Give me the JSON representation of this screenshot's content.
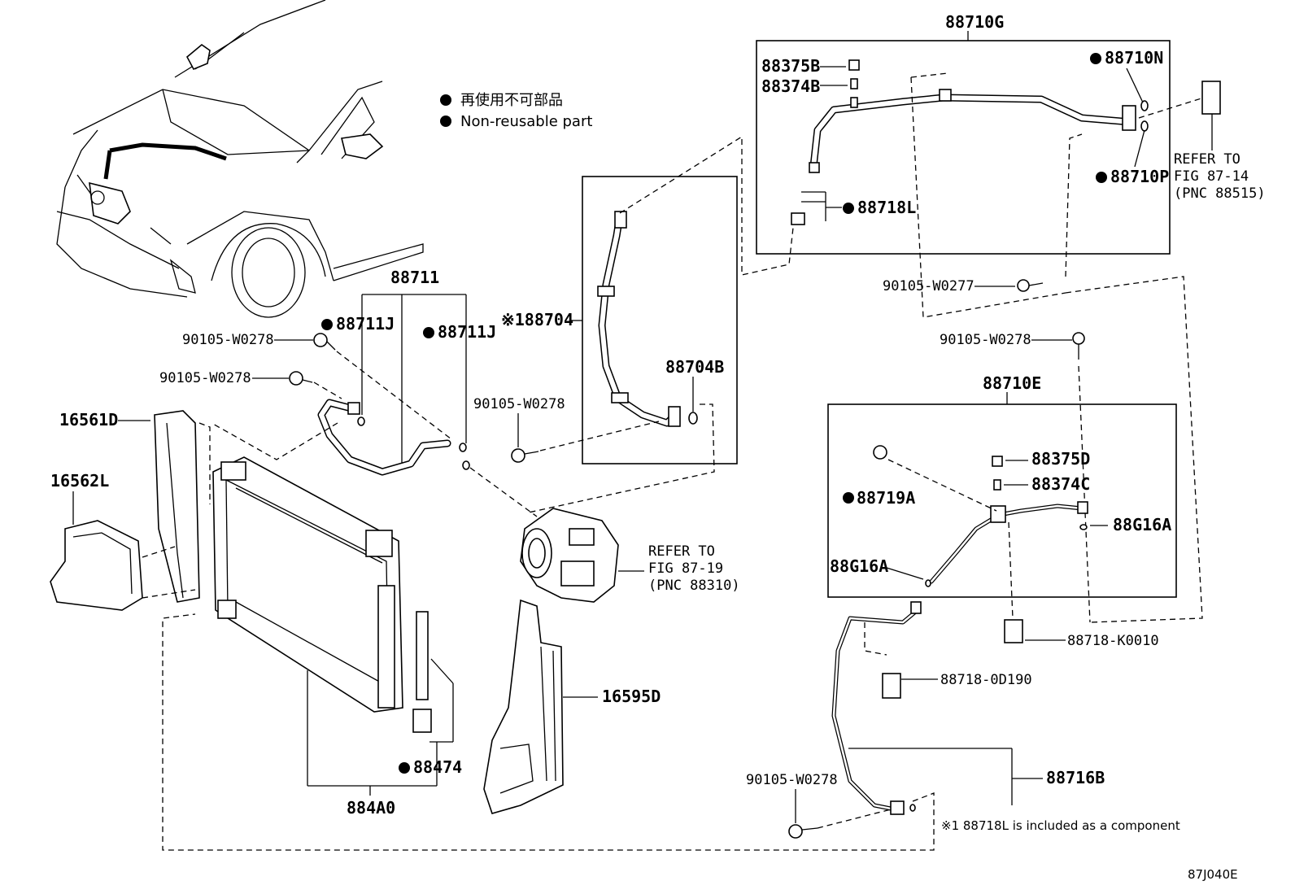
{
  "legend": {
    "jp": "再使用不可部品",
    "en": "Non-reusable part"
  },
  "labels": {
    "p88710G": "88710G",
    "p88375B": "88375B",
    "p88374B": "88374B",
    "p88710N": "88710N",
    "p88710P": "88710P",
    "p88718L": "88718L",
    "refer1a": "REFER TO",
    "refer1b": "FIG 87-14",
    "refer1c": "(PNC 88515)",
    "p90105_W0277": "90105-W0277",
    "p90105_W0278_r": "90105-W0278",
    "p88710E": "88710E",
    "p88375D": "88375D",
    "p88374C": "88374C",
    "p88719A": "88719A",
    "p88G16A_r": "88G16A",
    "p88G16A_l": "88G16A",
    "p88718_K0010": "88718-K0010",
    "p88718_0D190": "88718-0D190",
    "p88716B": "88716B",
    "p90105_W0278_b": "90105-W0278",
    "note": "※1 88718L is included as a component",
    "fig_id": "87J040E",
    "p88711": "88711",
    "p88711J_l": "88711J",
    "p88711J_r": "88711J",
    "p90105_W0278_a": "90105-W0278",
    "p90105_W0278_c": "90105-W0278",
    "p90105_W0278_d": "90105-W0278",
    "p88704": "※188704",
    "p88704B": "88704B",
    "refer2a": "REFER TO",
    "refer2b": "FIG 87-19",
    "refer2c": "(PNC 88310)",
    "p16561D": "16561D",
    "p16562L": "16562L",
    "p16595D": "16595D",
    "p88474": "88474",
    "p884A0": "884A0"
  }
}
